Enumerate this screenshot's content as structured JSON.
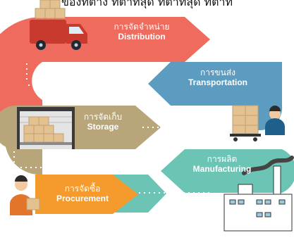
{
  "header": {
    "partial_text": "ของที่ต่าง ที่ต่ำที่สุด ที่ต่ำที่สุด ที่ต่ำท"
  },
  "stages": [
    {
      "key": "distribution",
      "thai": "การจัดจำหน่าย",
      "english": "Distribution",
      "color": "#ef6b5e"
    },
    {
      "key": "transportation",
      "thai": "การขนส่ง",
      "english": "Transportation",
      "color": "#5b9cc0"
    },
    {
      "key": "storage",
      "thai": "การจัดเก็บ",
      "english": "Storage",
      "color": "#b9a57a"
    },
    {
      "key": "manufacturing",
      "thai": "การผลิต",
      "english": "Manufacturing",
      "color": "#6cc4b4"
    },
    {
      "key": "procurement",
      "thai": "การจัดซื้อ",
      "english": "Procurement",
      "color": "#f59a2c"
    }
  ]
}
